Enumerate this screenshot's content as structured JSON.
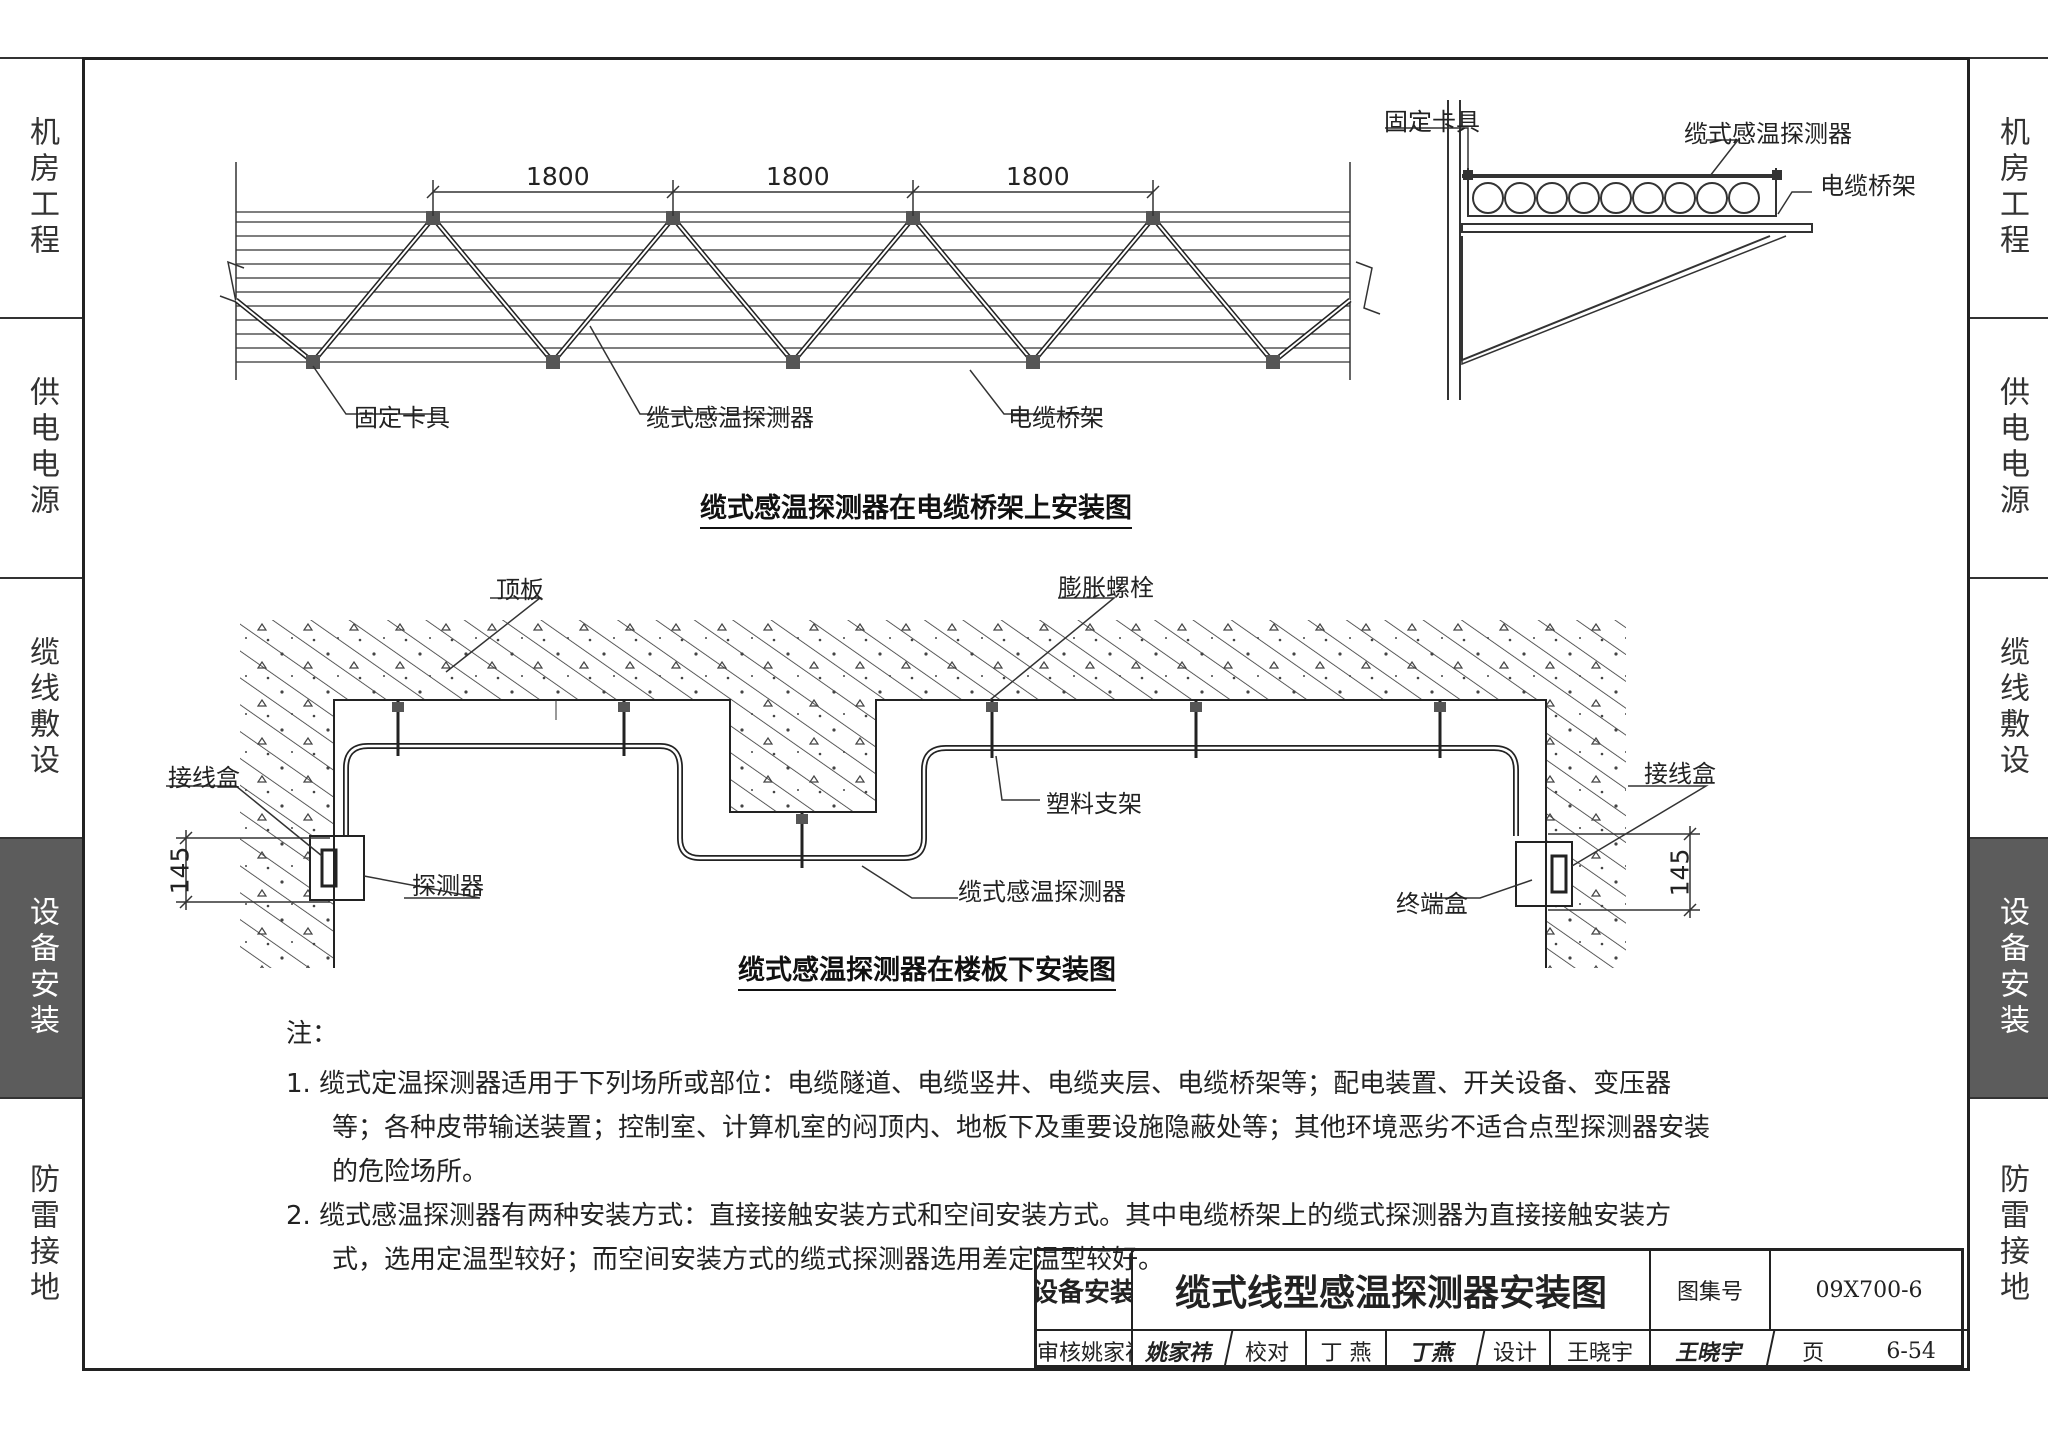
{
  "side_tabs": [
    {
      "label": "机房工程",
      "active": false
    },
    {
      "label": "供电电源",
      "active": false
    },
    {
      "label": "缆线敷设",
      "active": false
    },
    {
      "label": "设备安装",
      "active": true
    },
    {
      "label": "防雷接地",
      "active": false
    }
  ],
  "diagram1": {
    "title": "缆式感温探测器在电缆桥架上安装图",
    "dims": [
      "1800",
      "1800",
      "1800"
    ],
    "labels": {
      "clamp": "固定卡具",
      "detector": "缆式感温探测器",
      "tray": "电缆桥架"
    }
  },
  "diagram2": {
    "labels": {
      "clamp": "固定卡具",
      "detector": "缆式感温探测器",
      "tray": "电缆桥架"
    }
  },
  "diagram3": {
    "title": "缆式感温探测器在楼板下安装图",
    "labels": {
      "slab": "顶板",
      "bolt": "膨胀螺栓",
      "jbox_left": "接线盒",
      "jbox_right": "接线盒",
      "detector_unit": "探测器",
      "support": "塑料支架",
      "cable": "缆式感温探测器",
      "end_box": "终端盒"
    },
    "dims": [
      "145",
      "145"
    ]
  },
  "notes": {
    "heading": "注：",
    "items": [
      "1.  缆式定温探测器适用于下列场所或部位：电缆隧道、电缆竖井、电缆夹层、电缆桥架等；配电装置、开关设备、变压器等；各种皮带输送装置；控制室、计算机室的闷顶内、地板下及重要设施隐蔽处等；其他环境恶劣不适合点型探测器安装的危险场所。",
      "2.  缆式感温探测器有两种安装方式：直接接触安装方式和空间安装方式。其中电缆桥架上的缆式探测器为直接接触安装方式，选用定温型较好；而空间安装方式的缆式探测器选用差定温型较好。"
    ]
  },
  "title_block": {
    "section": "设备安装",
    "drawing_title": "缆式线型感温探测器安装图",
    "atlas_label": "图集号",
    "atlas_no": "09X700-6",
    "review_label": "审核",
    "reviewer": "姚家祎",
    "reviewer_sig": "姚家祎",
    "check_label": "校对",
    "checker": "丁 燕",
    "checker_sig": "丁燕",
    "design_label": "设计",
    "designer": "王晓宇",
    "designer_sig": "王晓宇",
    "page_label": "页",
    "page_no": "6-54"
  }
}
